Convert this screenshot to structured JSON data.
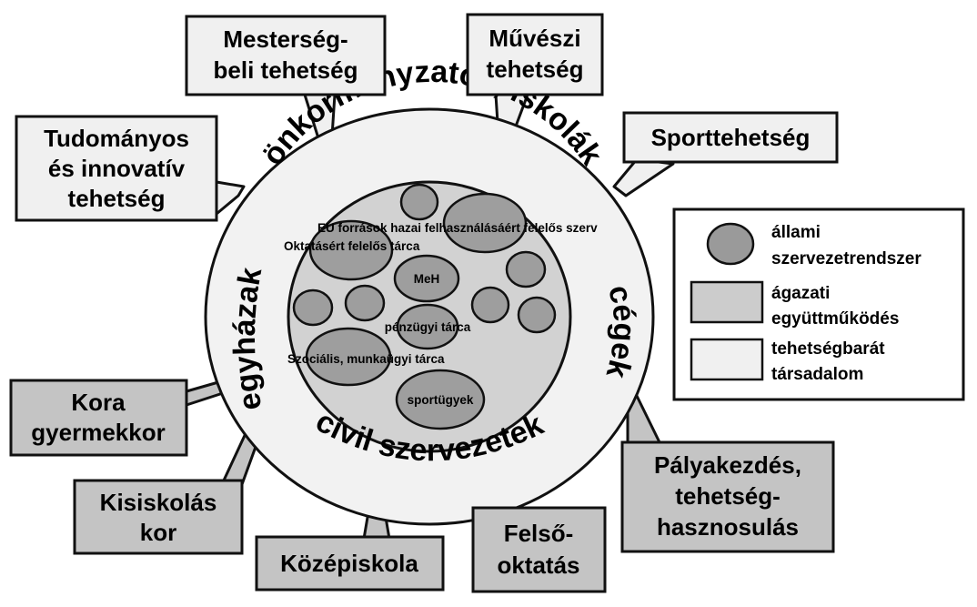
{
  "talent_boxes": [
    {
      "id": "mesterseg",
      "lines": [
        "Mesterség-",
        "beli tehetség"
      ]
    },
    {
      "id": "muveszi",
      "lines": [
        "Művészi",
        "tehetség"
      ]
    },
    {
      "id": "sport",
      "lines": [
        "Sporttehetség"
      ]
    },
    {
      "id": "tudomanyos",
      "lines": [
        "Tudományos",
        "és innovatív",
        "tehetség"
      ]
    }
  ],
  "stage_boxes": [
    {
      "id": "kora",
      "lines": [
        "Kora",
        "gyermekkor"
      ]
    },
    {
      "id": "kisiskolas",
      "lines": [
        "Kisiskolás",
        "kor"
      ]
    },
    {
      "id": "kozepiskola",
      "lines": [
        "Középiskola"
      ]
    },
    {
      "id": "felso",
      "lines": [
        "Felső-",
        "oktatás"
      ]
    },
    {
      "id": "palyakezdes",
      "lines": [
        "Pályakezdés,",
        "tehetség-",
        "hasznosulás"
      ]
    }
  ],
  "ring_labels": {
    "top": "önkormányzatok, iskolák",
    "left": "egyházak",
    "right": "cégek",
    "bottom": "civil szervezetek"
  },
  "org_labels": {
    "eu": "EU források hazai felhasználásáért felelős szerv",
    "oktatas": "Oktatásért felelős tárca",
    "meh": "MeH",
    "penzugyi": "pénzügyi tárca",
    "szocialis": "Szociális, munkaügyi tárca",
    "sport": "sportügyek"
  },
  "legend": {
    "items": [
      {
        "id": "allami",
        "lines": [
          "állami",
          "szervezetrendszer"
        ],
        "shape": "ellipse",
        "color": "#9a9a9a"
      },
      {
        "id": "agazati",
        "lines": [
          "ágazati",
          "együttműködés"
        ],
        "shape": "rect",
        "color": "#cccccc"
      },
      {
        "id": "tarsadalom",
        "lines": [
          "tehetségbarát",
          "társadalom"
        ],
        "shape": "rect",
        "color": "#f0f0f0"
      }
    ]
  },
  "colors": {
    "outer_ring": "#f2f2f2",
    "inner_disc": "#d2d2d2",
    "org_fill": "#9e9e9e",
    "talent_box": "#f0f0f0",
    "stage_box": "#c4c4c4",
    "stroke": "#111111"
  }
}
